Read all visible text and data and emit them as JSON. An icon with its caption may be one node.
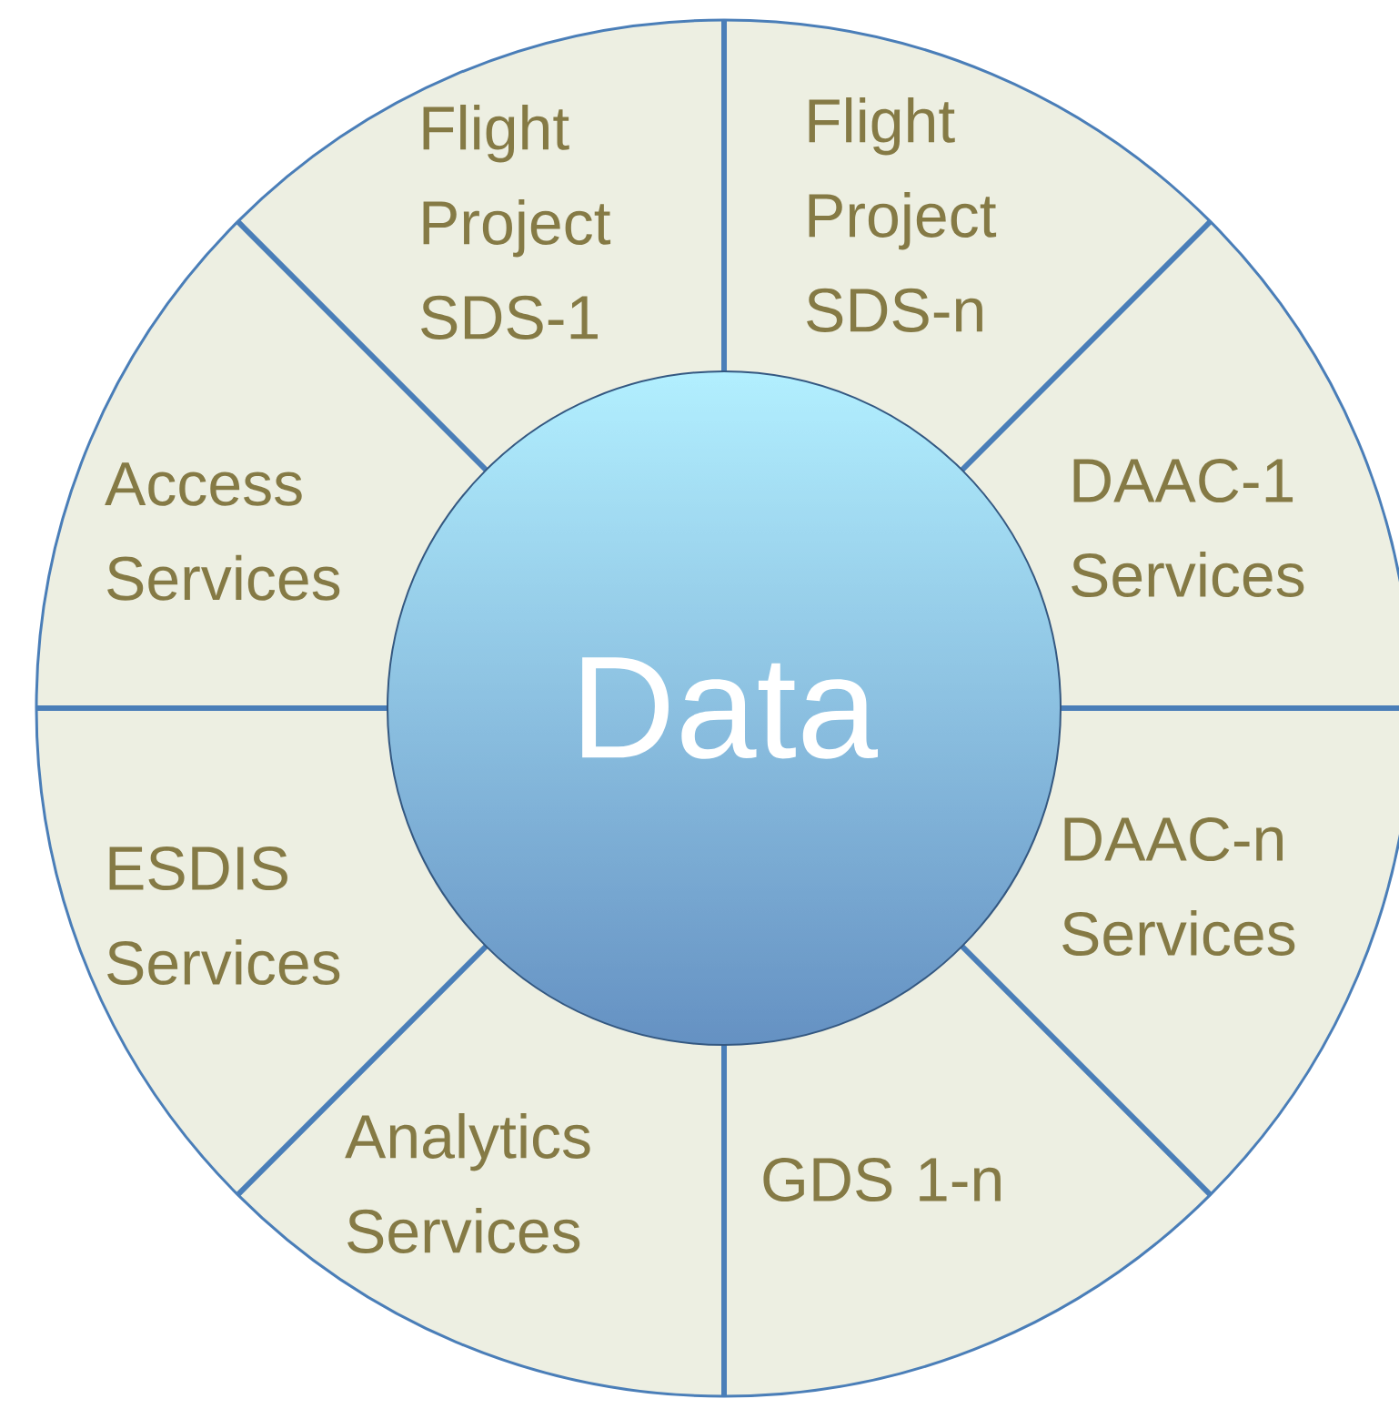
{
  "diagram": {
    "nodes": [
      {
        "text": [
          "Data"
        ]
      },
      {
        "text": [
          "Flight Project SDS-1"
        ]
      },
      {
        "text": [
          "Flight Project SDS-n"
        ]
      },
      {
        "text": [
          "DAAC-1 Services"
        ]
      },
      {
        "text": [
          "DAAC-n Services"
        ]
      },
      {
        "text": [
          "GDS 1-n"
        ]
      },
      {
        "text": [
          "Analytics Services"
        ]
      },
      {
        "text": [
          "ESDIS Services"
        ]
      },
      {
        "text": [
          "Access Services"
        ]
      }
    ]
  }
}
